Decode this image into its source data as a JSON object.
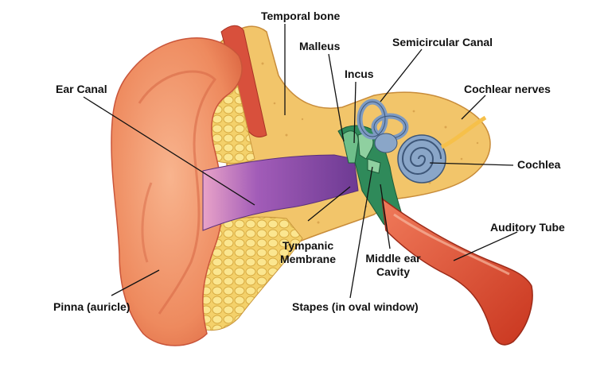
{
  "labels": {
    "temporal_bone": "Temporal bone",
    "malleus": "Malleus",
    "semicircular_canal": "Semicircular Canal",
    "incus": "Incus",
    "ear_canal": "Ear Canal",
    "cochlear_nerves": "Cochlear nerves",
    "cochlea": "Cochlea",
    "auditory_tube": "Auditory Tube",
    "tympanic_membrane_line1": "Tympanic",
    "tympanic_membrane_line2": "Membrane",
    "middle_ear_cavity_line1": "Middle ear",
    "middle_ear_cavity_line2": "Cavity",
    "pinna": "Pinna (auricle)",
    "stapes": "Stapes (in oval window)"
  },
  "colors": {
    "skin": "#ef8a5a",
    "skin_dark": "#d9573a",
    "bone": "#f2c56a",
    "fat": "#f6dc74",
    "canal": "#8a4fa8",
    "middle_ear": "#2f8a5a",
    "cochlea": "#8aa6c8",
    "tube": "#e0503c"
  }
}
